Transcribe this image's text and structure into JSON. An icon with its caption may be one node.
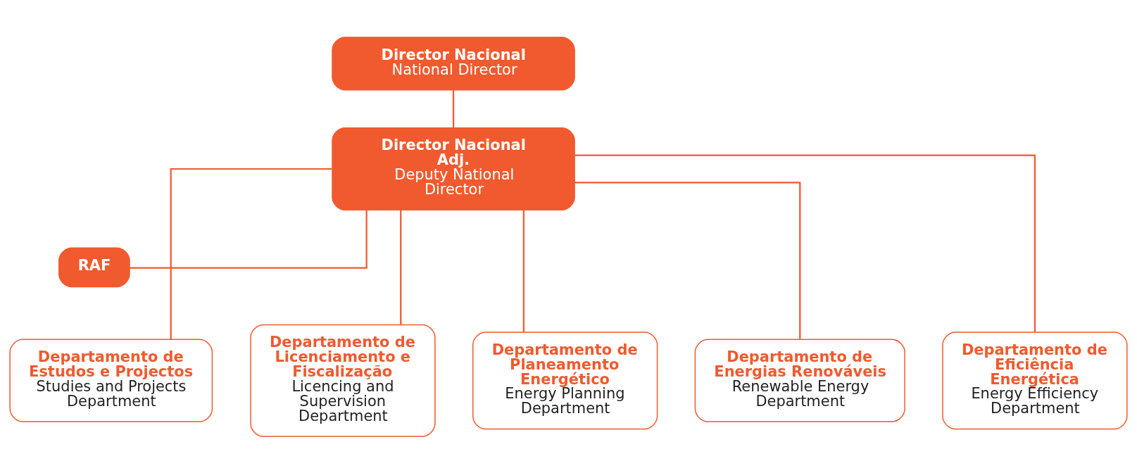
{
  "diagram": {
    "nodes": [
      {
        "text": [
          "Director Nacional",
          "National Director"
        ]
      },
      {
        "text": [
          "Director Nacional Adj.",
          "Deputy National Director"
        ]
      },
      {
        "text": [
          "RAF"
        ]
      },
      {
        "text": [
          "Departamento de Estudos e Projectos",
          "Studies and Projects Department"
        ]
      },
      {
        "text": [
          "Departamento de Licenciamento e Fiscalização",
          "Licencing and Supervision Department"
        ]
      },
      {
        "text": [
          "Departamento de Planeamento Energético",
          "Energy Planning Department"
        ]
      },
      {
        "text": [
          "Departamento de Energias Renováveis",
          "Renewable Energy Department"
        ]
      },
      {
        "text": [
          "Departamento de Eficiência Energética",
          "Energy Efficiency Department"
        ]
      }
    ],
    "edges": [
      {
        "from": 0,
        "to": 1,
        "arrow": "none"
      },
      {
        "from": 1,
        "to": 2,
        "arrow": "none"
      },
      {
        "from": 1,
        "to": 3,
        "arrow": "none"
      },
      {
        "from": 1,
        "to": 4,
        "arrow": "none"
      },
      {
        "from": 1,
        "to": 5,
        "arrow": "none"
      },
      {
        "from": 1,
        "to": 6,
        "arrow": "none"
      },
      {
        "from": 1,
        "to": 7,
        "arrow": "none"
      }
    ]
  }
}
